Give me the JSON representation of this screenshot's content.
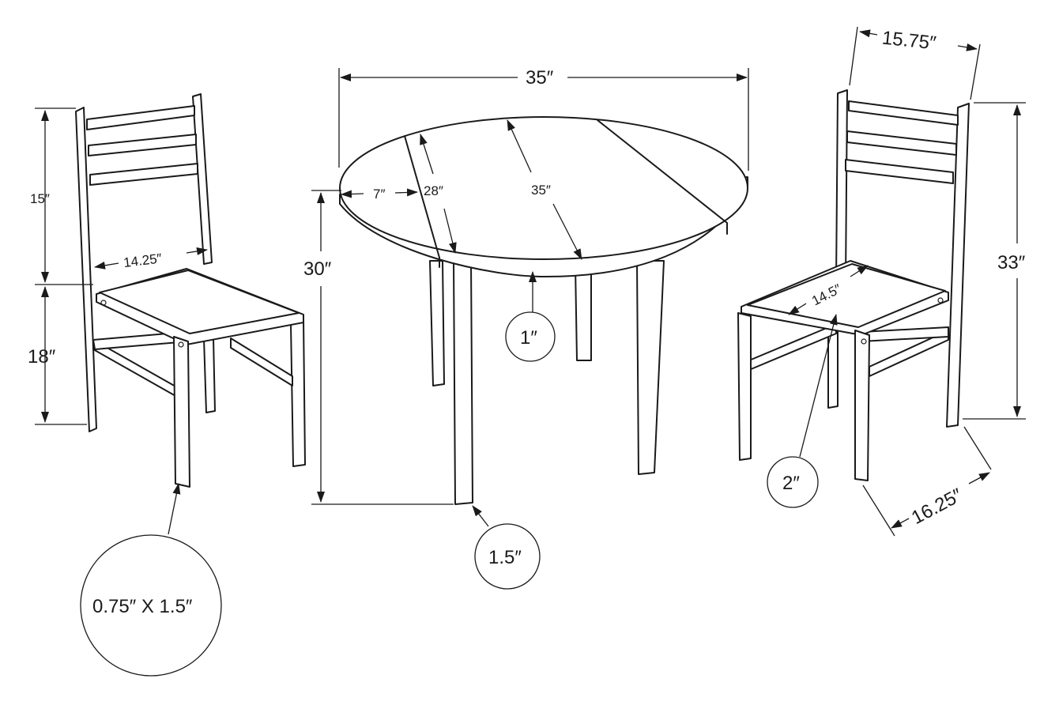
{
  "labels": {
    "table_width_top": "35″",
    "table_diameter": "35″",
    "leaf_depth": "28″",
    "leaf_drop": "7″",
    "table_height": "30″",
    "top_thickness": "1″",
    "table_leg": "1.5″",
    "left_back_height": "15″",
    "left_seat_height": "18″",
    "left_seat_width": "14.25″",
    "left_leg_size": "0.75″ X 1.5″",
    "right_back_width": "15.75″",
    "right_total_height": "33″",
    "right_seat_depth": "14.5″",
    "right_seat_thickness": "2″",
    "right_depth": "16.25″"
  },
  "colors": {
    "line": "#1a1a1a",
    "background": "#ffffff"
  }
}
